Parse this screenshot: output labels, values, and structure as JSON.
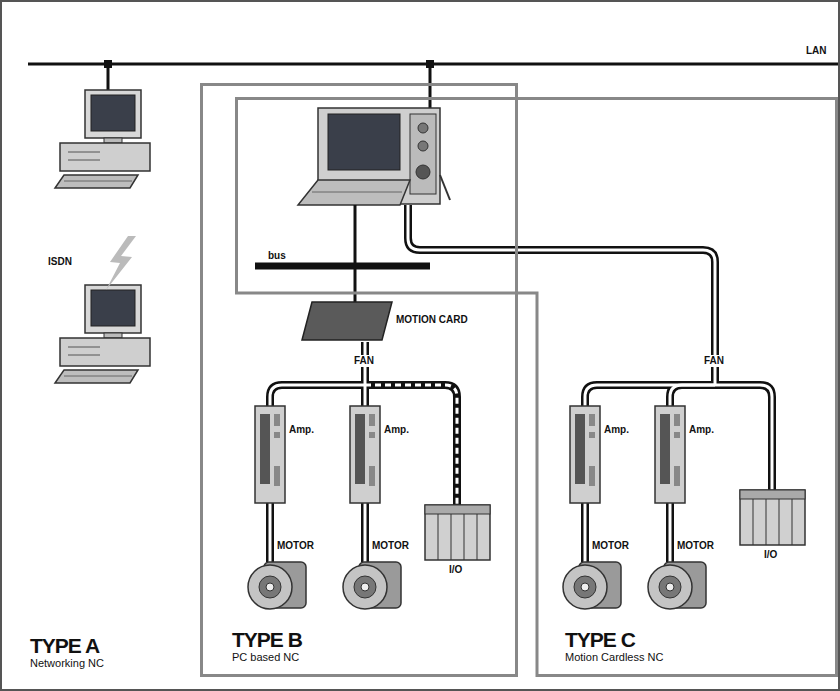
{
  "diagram": {
    "nodes": [
      {
        "text": [
          "TYPE A",
          "Networking NC"
        ]
      },
      {
        "text": [
          "TYPE B",
          "PC based NC"
        ],
        "in": 0
      },
      {
        "text": [
          "TYPE C",
          "Motion Cardless NC"
        ],
        "in": 0
      }
    ],
    "labels": [
      "LAN",
      "ISDN",
      "bus",
      "MOTION CARD",
      "FAN",
      "Amp.",
      "Amp.",
      "I/O",
      "MOTOR",
      "MOTOR",
      "FAN",
      "Amp.",
      "Amp.",
      "I/O",
      "MOTOR",
      "MOTOR"
    ]
  }
}
